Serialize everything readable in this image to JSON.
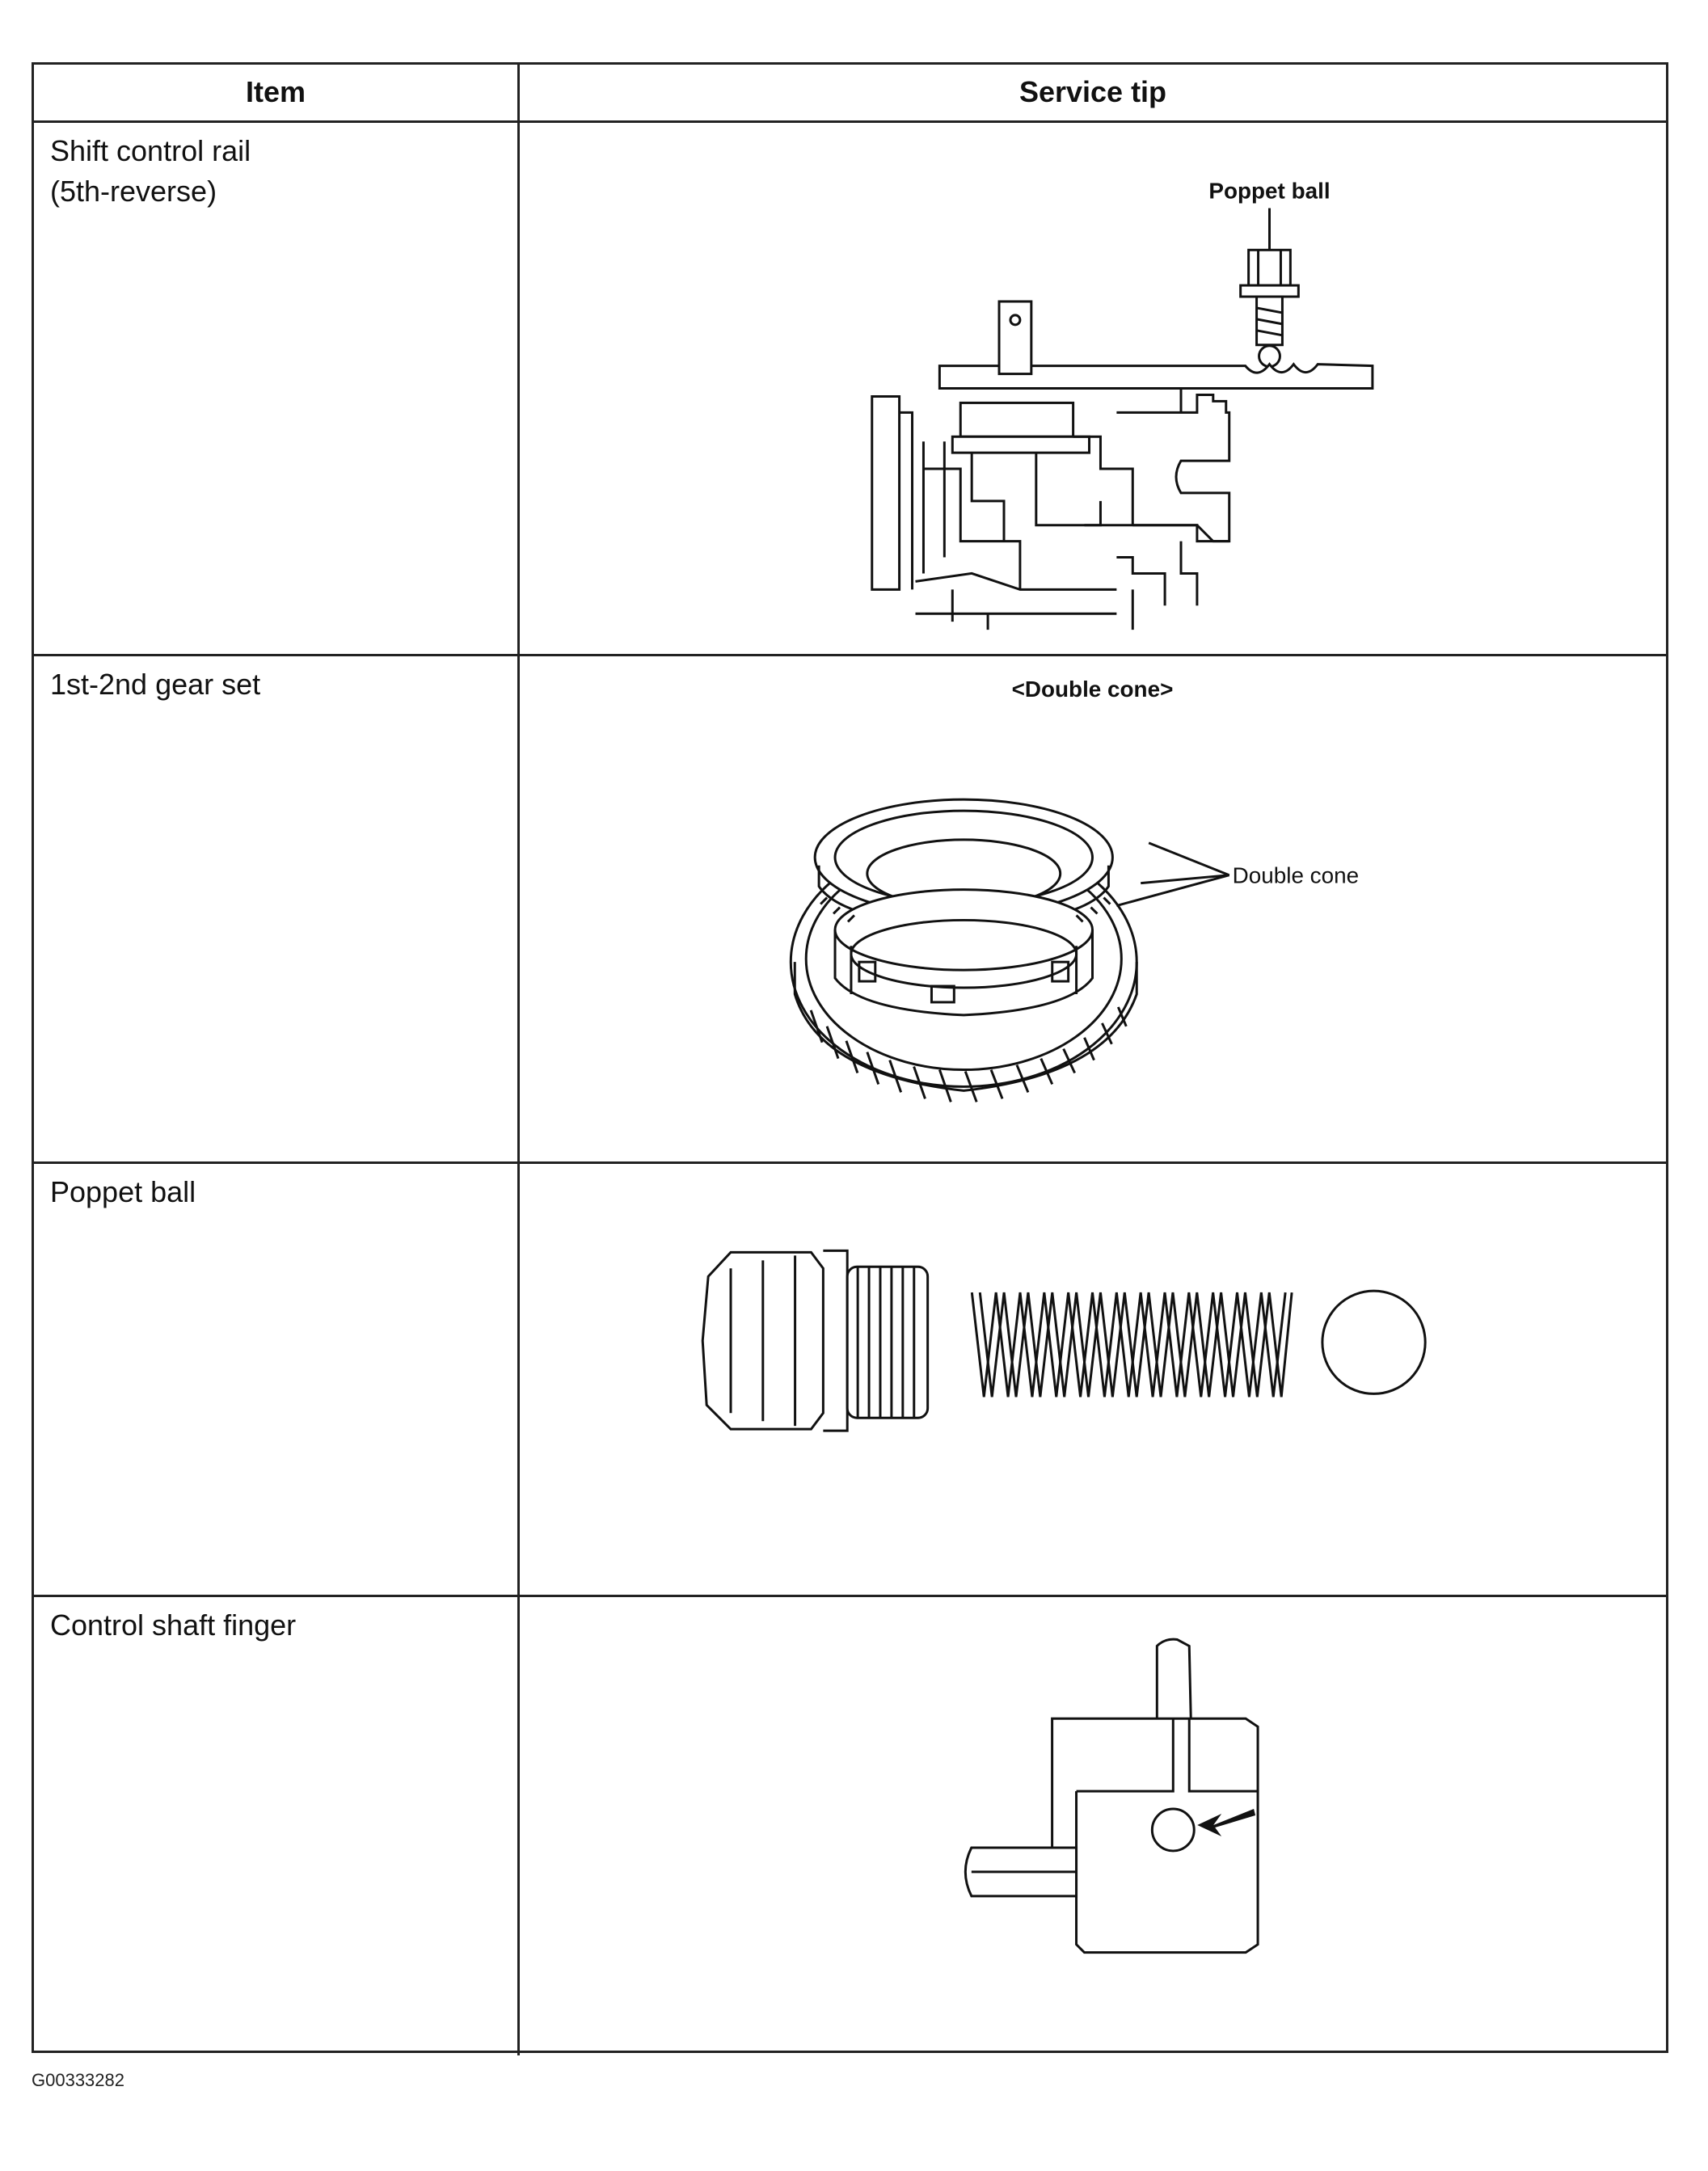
{
  "table": {
    "headers": {
      "item": "Item",
      "service_tip": "Service tip"
    },
    "rows": [
      {
        "item": "Shift control rail\n(5th-reverse)",
        "labels": {
          "callout": "Poppet ball"
        }
      },
      {
        "item": "1st-2nd gear set",
        "labels": {
          "caption": "<Double cone>",
          "callout": "Double cone"
        }
      },
      {
        "item": "Poppet ball"
      },
      {
        "item": "Control shaft finger"
      }
    ]
  },
  "figure_code": "G00333282"
}
